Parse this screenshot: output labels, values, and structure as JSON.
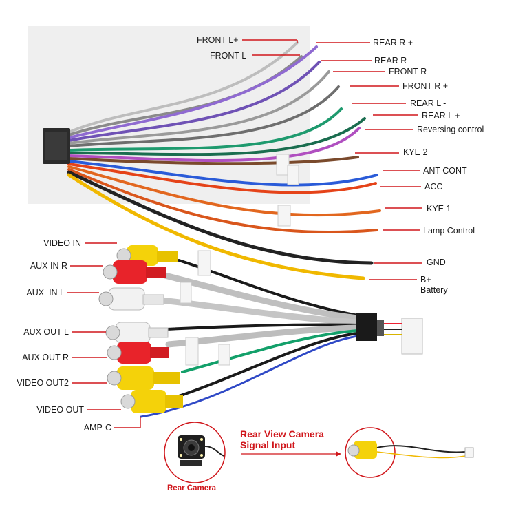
{
  "harness_top": {
    "left_labels": [
      "FRONT L+",
      "FRONT L-"
    ],
    "right_labels": [
      "REAR R +",
      "REAR R -",
      "FRONT R -",
      "FRONT R +",
      "REAR L -",
      "REAR L +",
      "Reversing control",
      "KYE 2",
      "ANT CONT",
      "ACC",
      "KYE 1",
      "Lamp Control",
      "GND",
      "B+",
      "Battery"
    ]
  },
  "harness_bottom": {
    "left_labels": [
      "VIDEO IN",
      "AUX IN R",
      "AUX  IN L",
      "AUX OUT L",
      "AUX OUT R",
      "VIDEO OUT2",
      "VIDEO OUT",
      "AMP-C"
    ]
  },
  "camera": {
    "title_line1": "Rear View Camera",
    "title_line2": "Signal Input",
    "caption": "Rear Camera"
  },
  "colors": {
    "label_line": "#d0161b",
    "accent_text": "#d0161b",
    "rca_yellow": "#f4d20a",
    "rca_red": "#e8232a",
    "rca_white": "#f2f2f2"
  }
}
